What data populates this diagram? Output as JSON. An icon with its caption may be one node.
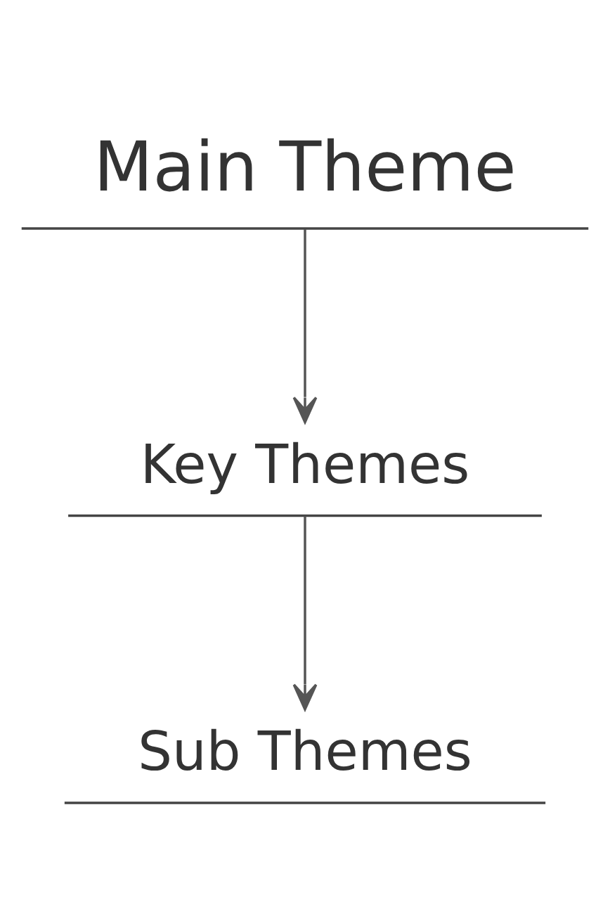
{
  "diagram": {
    "nodes": [
      {
        "text": [
          "Main Theme"
        ]
      },
      {
        "text": [
          "Key Themes"
        ]
      },
      {
        "text": [
          "Sub Themes"
        ]
      }
    ],
    "edges": [
      {
        "from": 0,
        "to": 1,
        "arrow": "to"
      },
      {
        "from": 1,
        "to": 2,
        "arrow": "to"
      }
    ]
  }
}
